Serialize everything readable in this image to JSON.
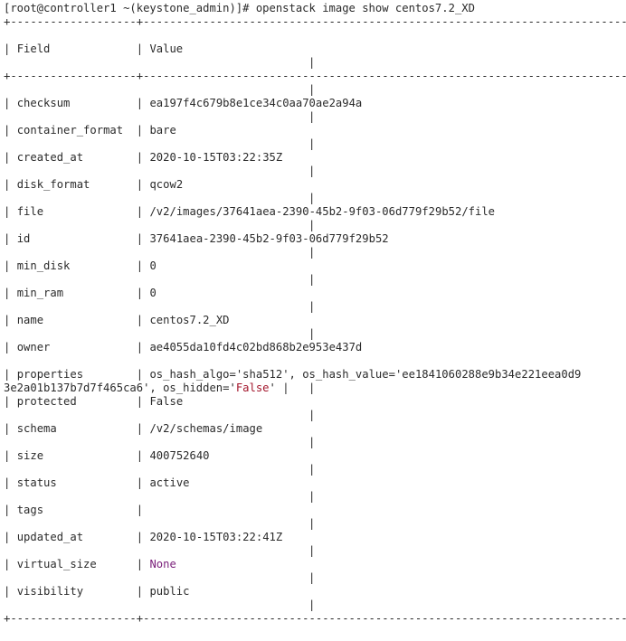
{
  "prompt": "[root@controller1 ~(keystone_admin)]# openstack image show centos7.2_XD",
  "border": "+-------------------+---------------------------------------------------------------------------+",
  "border_end_cell": "|",
  "header": {
    "field": "Field",
    "value": "Value"
  },
  "rows": [
    {
      "field": "checksum",
      "value": "ea197f4c679b8e1ce34c0aa70ae2a94a"
    },
    {
      "field": "container_format",
      "value": "bare"
    },
    {
      "field": "created_at",
      "value": "2020-10-15T03:22:35Z"
    },
    {
      "field": "disk_format",
      "value": "qcow2"
    },
    {
      "field": "file",
      "value": "/v2/images/37641aea-2390-45b2-9f03-06d779f29b52/file"
    },
    {
      "field": "id",
      "value": "37641aea-2390-45b2-9f03-06d779f29b52"
    },
    {
      "field": "min_disk",
      "value": "0"
    },
    {
      "field": "min_ram",
      "value": "0"
    },
    {
      "field": "name",
      "value": "centos7.2_XD"
    },
    {
      "field": "owner",
      "value": "ae4055da10fd4c02bd868b2e953e437d"
    },
    {
      "field": "properties",
      "value": "os_hash_algo='sha512', os_hash_value='ee1841060288e9b34e221eea0d9",
      "value_wrap_plain": "3e2a01b137b7d7f465ca6', os_hidden='",
      "value_wrap_false": "False",
      "value_wrap_end": "'"
    },
    {
      "field": "protected",
      "value": "False"
    },
    {
      "field": "schema",
      "value": "/v2/schemas/image"
    },
    {
      "field": "size",
      "value": "400752640"
    },
    {
      "field": "status",
      "value": "active"
    },
    {
      "field": "tags",
      "value": ""
    },
    {
      "field": "updated_at",
      "value": "2020-10-15T03:22:41Z"
    },
    {
      "field": "virtual_size",
      "value": "None"
    },
    {
      "field": "visibility",
      "value": "public"
    }
  ],
  "colors": {
    "background": "#ffffff",
    "text": "#2b2b2b",
    "false_keyword": "#a3152b",
    "none_keyword": "#7a1f7a"
  }
}
